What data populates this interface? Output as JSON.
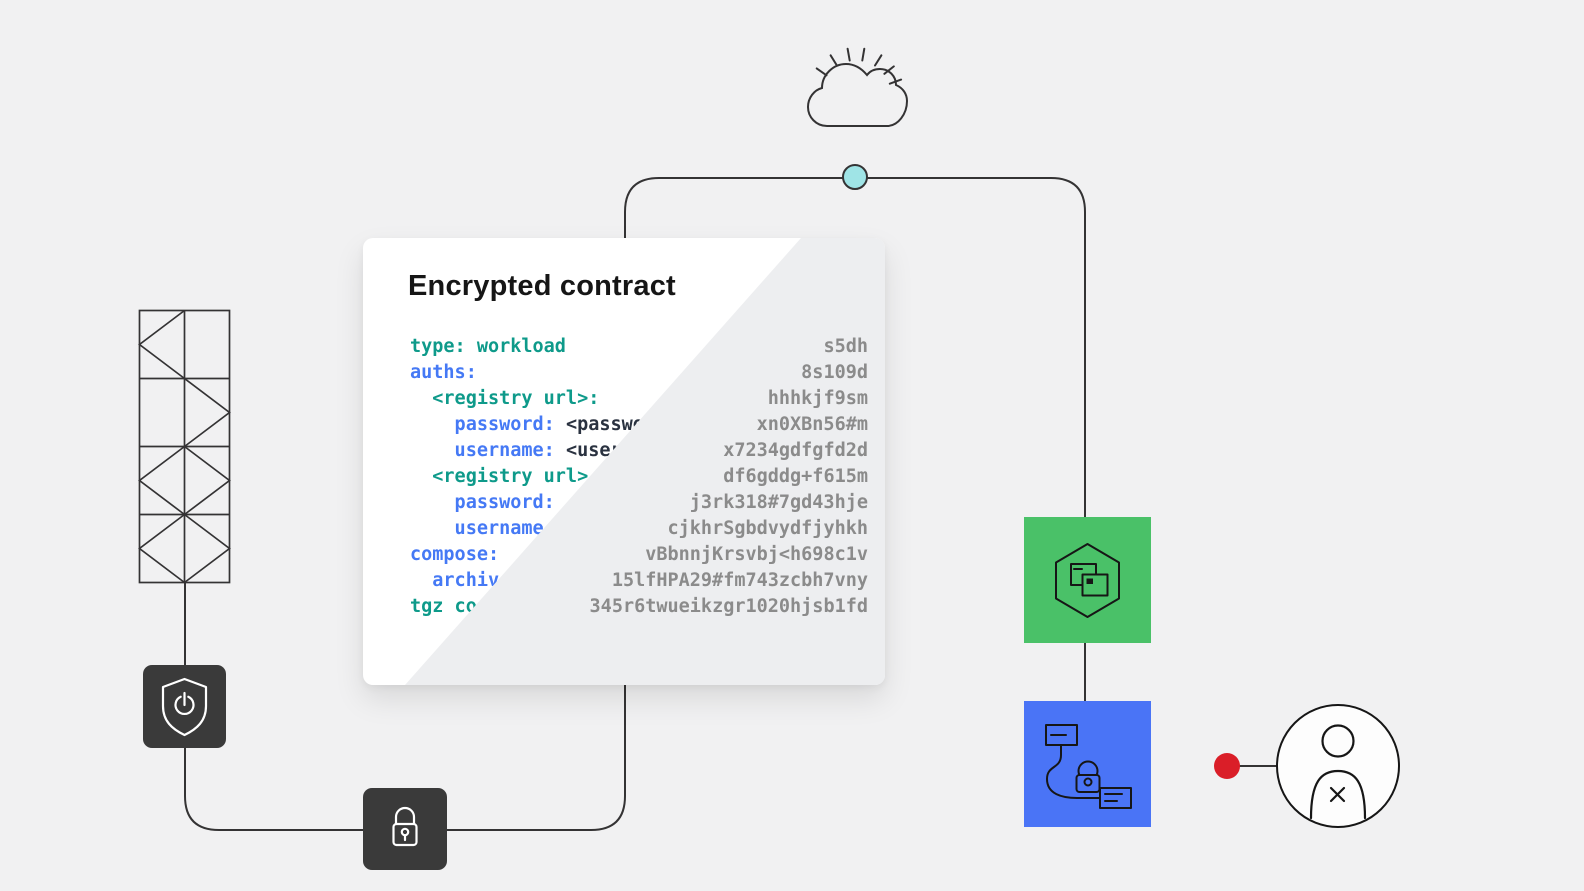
{
  "colors": {
    "background": "#f1f1f2",
    "card-white": "#ffffff",
    "card-gray": "#edeef0",
    "title-text": "#161616",
    "line": "#343334",
    "tile-dark": "#3a3a3a",
    "tile-green": "#4ac168",
    "tile-blue": "#4a74f6",
    "red": "#da1e28",
    "node-fill": "#9fe4e6",
    "icon-dark": "#161616",
    "teal-code": "#0e9a8a",
    "blue-code": "#4579f5",
    "dark-code": "#2a3240",
    "cipher": "#8b8b8b"
  },
  "card": {
    "title": "Encrypted contract",
    "code_lines": [
      {
        "plain": [
          {
            "text": "type: workload",
            "color": "teal"
          }
        ],
        "cipher": "s5dh"
      },
      {
        "plain": [
          {
            "text": "auths:",
            "color": "blue"
          }
        ],
        "cipher": "8s109d"
      },
      {
        "plain": [
          {
            "text": "  <registry url>:",
            "color": "teal"
          }
        ],
        "cipher": "hhhkjf9sm"
      },
      {
        "plain": [
          {
            "text": "    password: ",
            "color": "blue"
          },
          {
            "text": "<passwo",
            "color": "dark"
          }
        ],
        "cipher": "xn0XBn56#m"
      },
      {
        "plain": [
          {
            "text": "    username: ",
            "color": "blue"
          },
          {
            "text": "<user",
            "color": "dark"
          }
        ],
        "cipher": "x7234gdfgfd2d"
      },
      {
        "plain": [
          {
            "text": "  <registry url>",
            "color": "teal"
          }
        ],
        "cipher": "df6gddg+f615m"
      },
      {
        "plain": [
          {
            "text": "    password: ",
            "color": "blue"
          }
        ],
        "cipher": "j3rk318#7gd43hje"
      },
      {
        "plain": [
          {
            "text": "    username",
            "color": "blue"
          }
        ],
        "cipher": "cjkhrSgbdvydfjyhkh"
      },
      {
        "plain": [
          {
            "text": "compose: ",
            "color": "blue"
          }
        ],
        "cipher": "vBbnnjKrsvbj<h698c1v"
      },
      {
        "plain": [
          {
            "text": "  archiv",
            "color": "blue"
          }
        ],
        "cipher": "15lfHPA29#fm743zcbh7vny"
      },
      {
        "plain": [
          {
            "text": "tgz co",
            "color": "teal"
          }
        ],
        "cipher": "345r6twueikzgr1020hjsb1fd"
      }
    ]
  },
  "icons": {
    "cloud": "cloud-icon",
    "node": "connection-node-icon",
    "truss": "infrastructure-truss-icon",
    "shield": "shield-power-icon",
    "padlock": "padlock-icon",
    "container": "secure-container-hexagon-icon",
    "pipeline": "secure-pipeline-lock-icon",
    "denied_user": "user-denied-icon",
    "red_dot": "blocked-dot-icon"
  }
}
